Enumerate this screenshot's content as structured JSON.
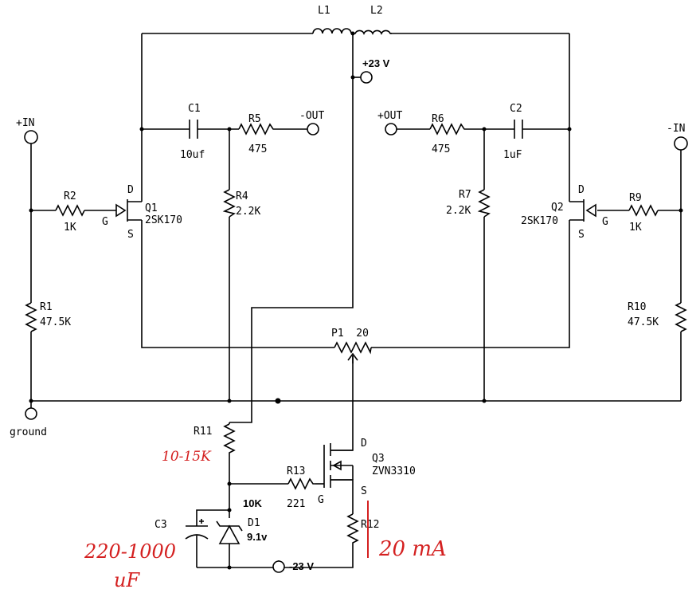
{
  "labels": {
    "L1": "L1",
    "L2": "L2",
    "plus23": "+23 V",
    "C1": "C1",
    "C1v": "10uf",
    "R5": "R5",
    "R5v": "475",
    "minusOut": "-OUT",
    "plusOut": "+OUT",
    "R6": "R6",
    "R6v": "475",
    "C2": "C2",
    "C2v": "1uF",
    "plusIn": "+IN",
    "minusIn": "-IN",
    "R2": "R2",
    "R2v": "1K",
    "R4": "R4",
    "R4v": "2.2K",
    "R7": "R7",
    "R7v": "2.2K",
    "R9": "R9",
    "R9v": "1K",
    "Q1": "Q1",
    "Q1v": "2SK170",
    "Q2": "Q2",
    "Q2v": "2SK170",
    "D": "D",
    "G": "G",
    "S": "S",
    "R1": "R1",
    "R1v": "47.5K",
    "R10": "R10",
    "R10v": "47.5K",
    "P1": "P1  20",
    "ground": "ground",
    "R11": "R11",
    "Q3": "Q3",
    "Q3v": "ZVN3310",
    "R13": "R13",
    "R13v": "221",
    "tenK": "10K",
    "R12": "R12",
    "C3": "C3",
    "D1": "D1",
    "D1v": "9.1v",
    "minus23": "-23 V"
  },
  "annotations": {
    "r11_value": "10-15K",
    "c3_value_1": "220-1000",
    "c3_value_2": "uF",
    "r12_current": "20 mA"
  }
}
